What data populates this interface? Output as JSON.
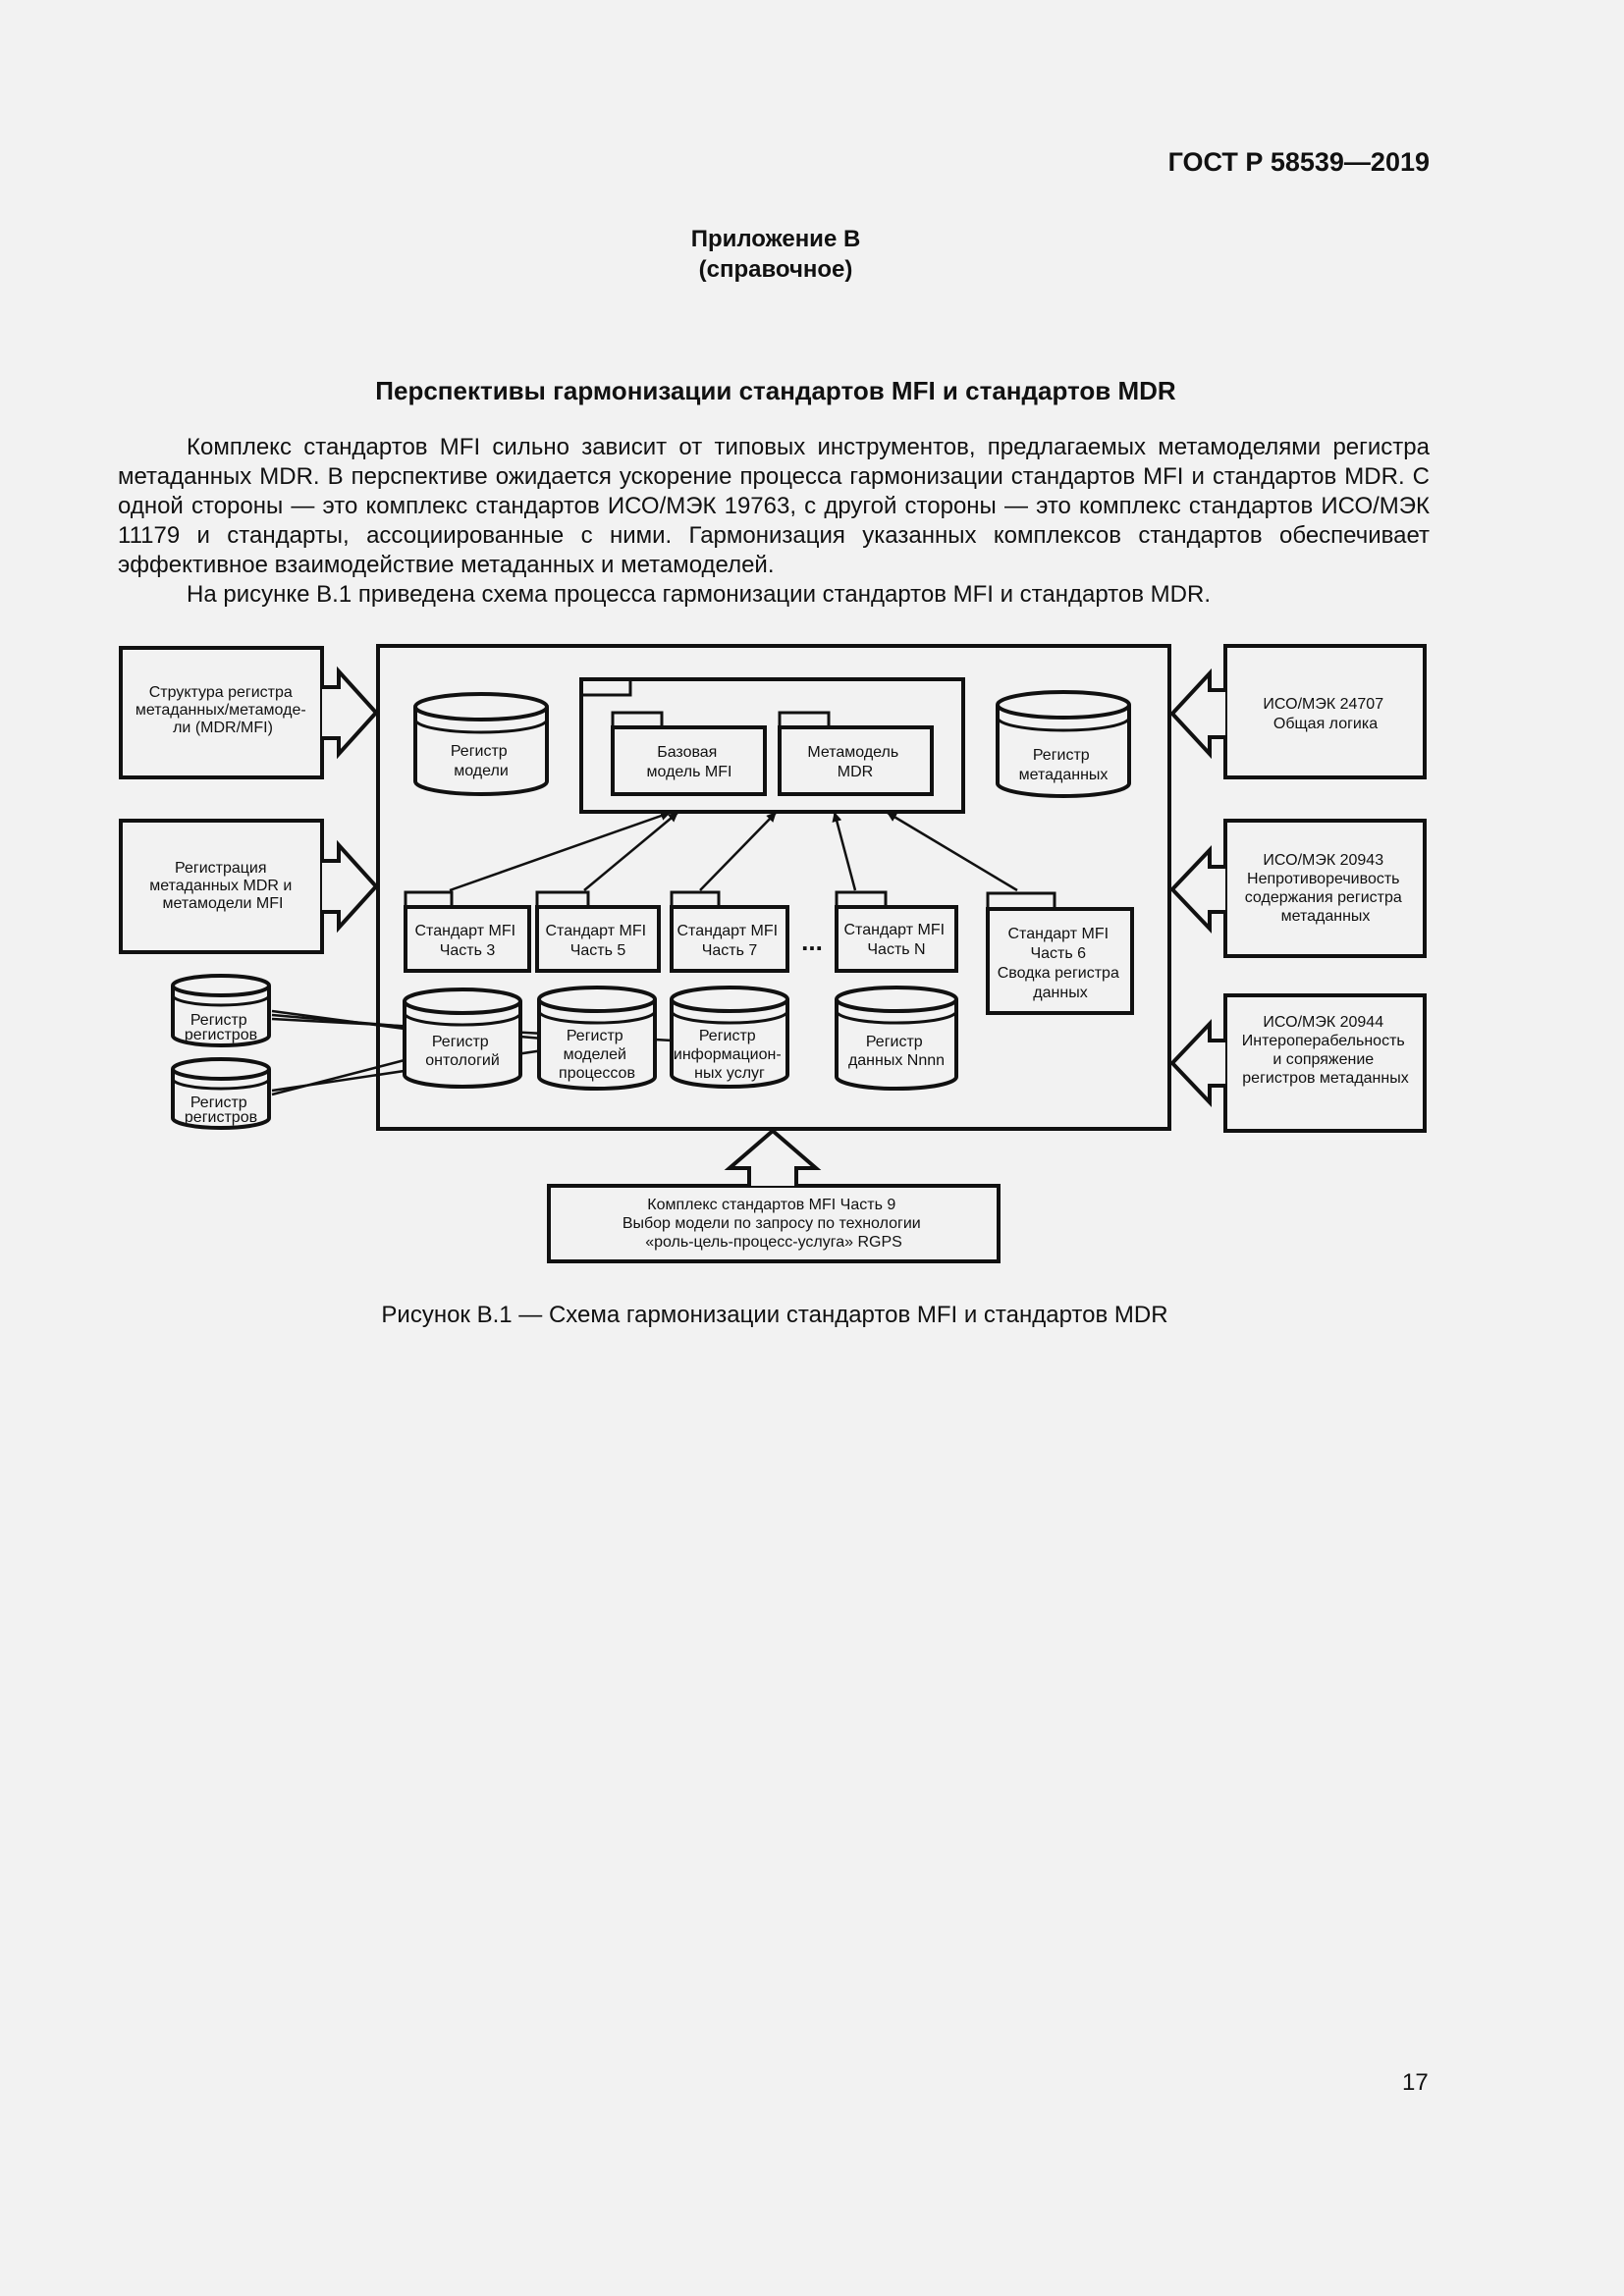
{
  "header": {
    "doc_code": "ГОСТ Р 58539—2019"
  },
  "appendix": {
    "title": "Приложение В",
    "subtitle": "(справочное)"
  },
  "section": {
    "title": "Перспективы гармонизации стандартов MFI и стандартов MDR"
  },
  "paragraphs": [
    "Комплекс стандартов MFI сильно зависит от типовых инструментов, предлагаемых метамоделями регистра метаданных MDR. В перспективе ожидается ускорение процесса гармонизации стандартов MFI и стандартов MDR. С одной стороны — это комплекс стандартов ИСО/МЭК 19763, с другой стороны — это комплекс стандартов ИСО/МЭК 11179 и стандарты, ассоциированные с ними. Гармонизация указанных комплексов стандартов обеспечивает эффективное взаимодействие метаданных и метамоделей.",
    "На рисунке В.1 приведена схема процесса гармонизации стандартов MFI и стандартов MDR."
  ],
  "diagram": {
    "left_inputs": [
      [
        "Структура регистра",
        "метаданных/метамоде-",
        "ли (MDR/MFI)"
      ],
      [
        "Регистрация",
        "метаданных MDR и",
        "метамодели MFI"
      ]
    ],
    "right_inputs": [
      [
        "ИСО/МЭК 24707",
        "Общая логика"
      ],
      [
        "ИСО/МЭК 20943",
        "Непротиворечивость",
        "содержания регистра",
        "метаданных"
      ],
      [
        "ИСО/МЭК 20944",
        "Интероперабельность",
        "и сопряжение",
        "регистров метаданных"
      ]
    ],
    "bottom_input": [
      "Комплекс стандартов MFI Часть 9",
      "Выбор модели по запросу по технологии",
      "«роль-цель-процесс-услуга» RGPS"
    ],
    "model_registry": [
      "Регистр",
      "модели"
    ],
    "metadata_registry": [
      "Регистр",
      "метаданных"
    ],
    "base_model": [
      "Базовая",
      "модель MFI"
    ],
    "metamodel": [
      "Метамодель",
      "MDR"
    ],
    "standards": [
      [
        "Стандарт MFI",
        "Часть 3"
      ],
      [
        "Стандарт MFI",
        "Часть 5"
      ],
      [
        "Стандарт MFI",
        "Часть 7"
      ],
      [
        "Стандарт MFI",
        "Часть N"
      ],
      [
        "Стандарт MFI",
        "Часть 6",
        "Сводка регистра",
        "данных"
      ]
    ],
    "ellipsis": "...",
    "lower_registries": [
      [
        "Регистр",
        "онтологий"
      ],
      [
        "Регистр",
        "моделей",
        "процессов"
      ],
      [
        "Регистр",
        "информацион-",
        "ных услуг"
      ],
      [
        "Регистр",
        "данных Nnnn"
      ]
    ],
    "registry_of_registries": [
      [
        "Регистр",
        "регистров"
      ],
      [
        "Регистр",
        "регистров"
      ]
    ]
  },
  "figure": {
    "caption": "Рисунок В.1 — Схема гармонизации стандартов MFI и стандартов MDR"
  },
  "footer": {
    "page_number": "17"
  }
}
